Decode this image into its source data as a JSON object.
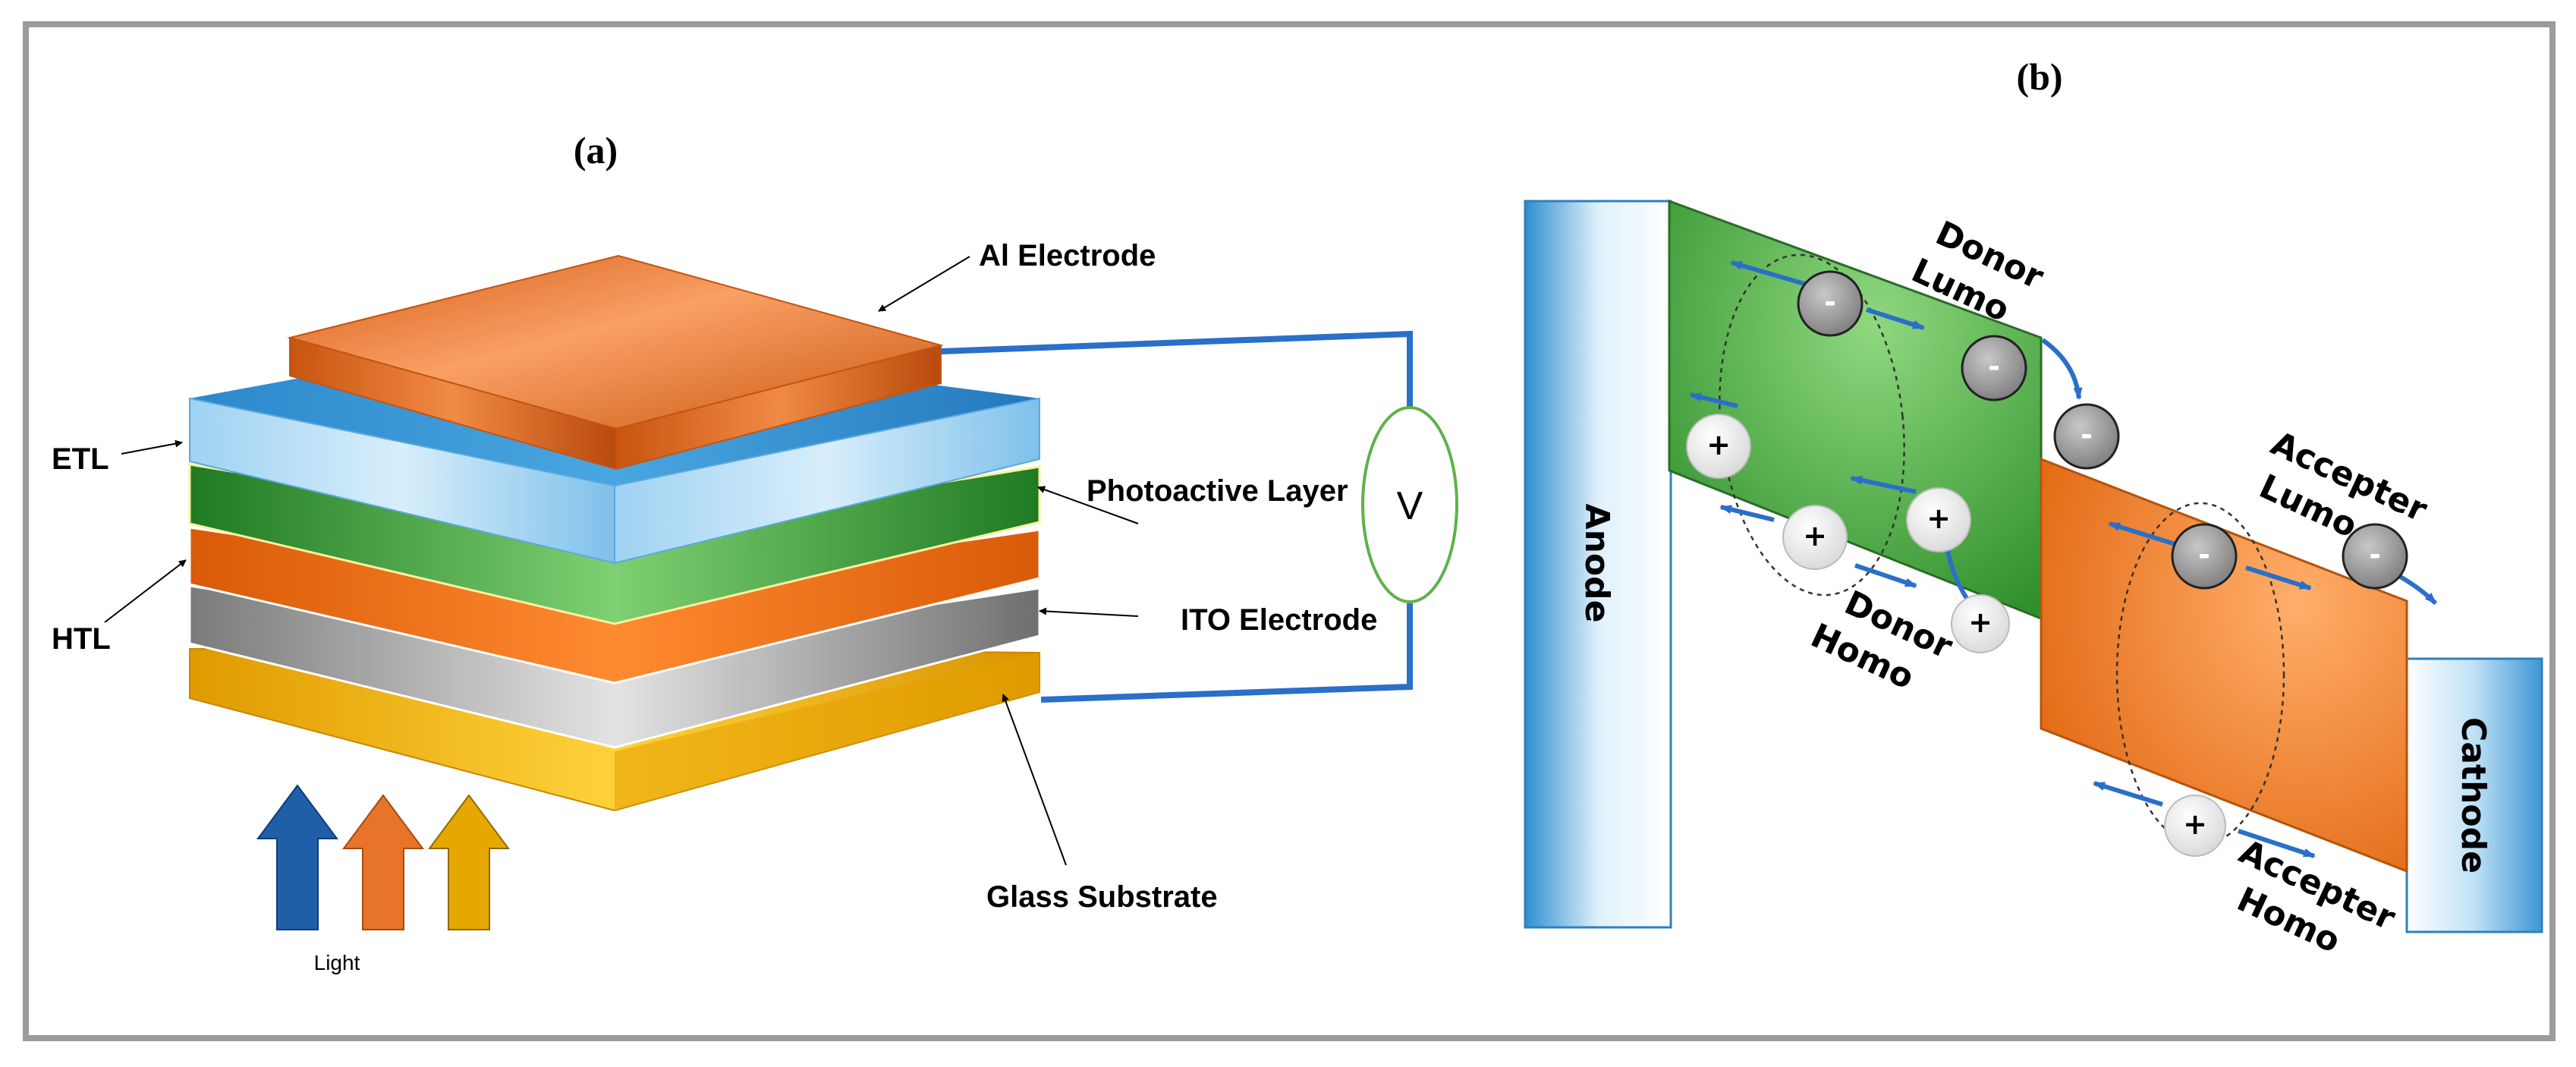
{
  "panel_a": {
    "label": "(a)",
    "labels": {
      "al_electrode": "Al Electrode",
      "etl": "ETL",
      "htl": "HTL",
      "photoactive": "Photoactive Layer",
      "ito": "ITO Electrode",
      "glass": "Glass Substrate",
      "light": "Light",
      "voltmeter": "V"
    },
    "colors": {
      "al": "#e8742a",
      "etl": "#3e9ad6",
      "photoactive": "#3aa63a",
      "htl": "#f06a10",
      "ito": "#a8a8a8",
      "glass": "#f2b500",
      "wire": "#2a6fc9",
      "arrow_blue": "#1f5fa8",
      "arrow_orange": "#e8742a",
      "arrow_yellow": "#e6a800"
    }
  },
  "panel_b": {
    "label": "(b)",
    "labels": {
      "anode": "Anode",
      "cathode": "Cathode",
      "donor_lumo_1": "Donor",
      "donor_lumo_2": "Lumo",
      "donor_homo_1": "Donor",
      "donor_homo_2": "Homo",
      "accepter_lumo_1": "Accepter",
      "accepter_lumo_2": "Lumo",
      "accepter_homo_1": "Accepter",
      "accepter_homo_2": "Homo"
    },
    "signs": {
      "electron": "-",
      "hole": "+"
    },
    "colors": {
      "electrode": "#6fb8e8",
      "donor": "#46a83c",
      "accepter": "#f07a28",
      "arrow": "#2a6fc9",
      "electron": "#9a9a9a",
      "hole": "#eeeeee"
    }
  }
}
